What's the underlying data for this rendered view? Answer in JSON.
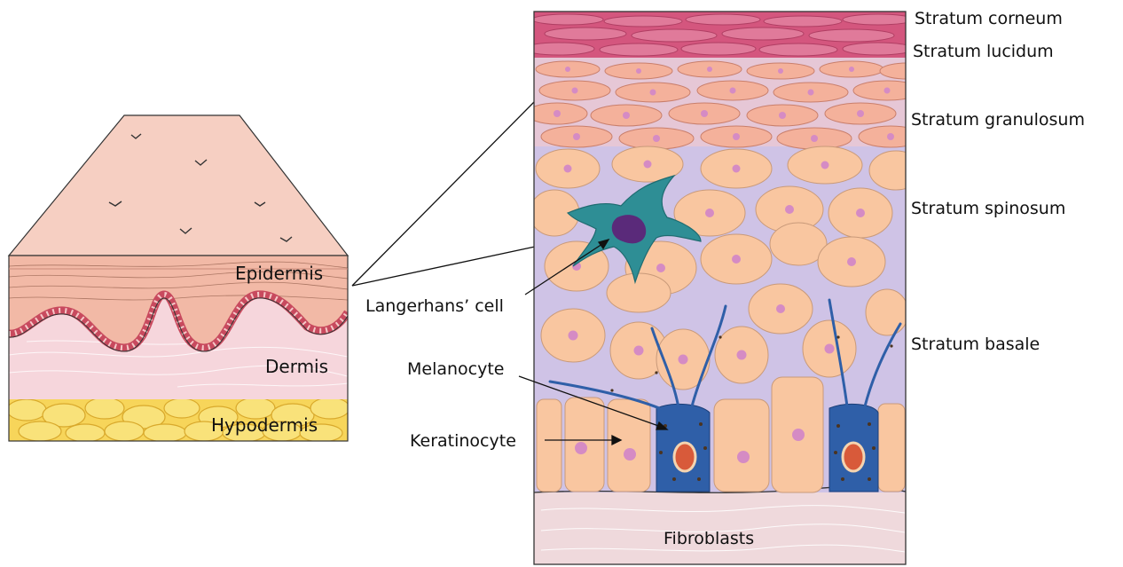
{
  "block_labels": {
    "epidermis": "Epidermis",
    "dermis": "Dermis",
    "hypodermis": "Hypodermis"
  },
  "layer_labels": {
    "corneum": "Stratum corneum",
    "lucidum": "Stratum lucidum",
    "granulosum": "Stratum granulosum",
    "spinosum": "Stratum spinosum",
    "basale": "Stratum basale"
  },
  "cell_labels": {
    "langerhans": "Langerhans’ cell",
    "melanocyte": "Melanocyte",
    "keratinocyte": "Keratinocyte",
    "fibroblasts": "Fibroblasts"
  },
  "colors": {
    "skin_surface": "#f6cfc2",
    "epidermis_band": "#f2b9a6",
    "dermis": "#f6d6dc",
    "hypodermis": "#f7d55a",
    "corneum": "#d4567e",
    "granulosum": "#f4b19b",
    "keratinocyte": "#f9c6a0",
    "interstitial": "#cfc3e6",
    "langerhans": "#2e8e95",
    "melanocyte": "#2f5fa8",
    "nucleus": "#d58bc4",
    "connective": "#efd9dc"
  }
}
